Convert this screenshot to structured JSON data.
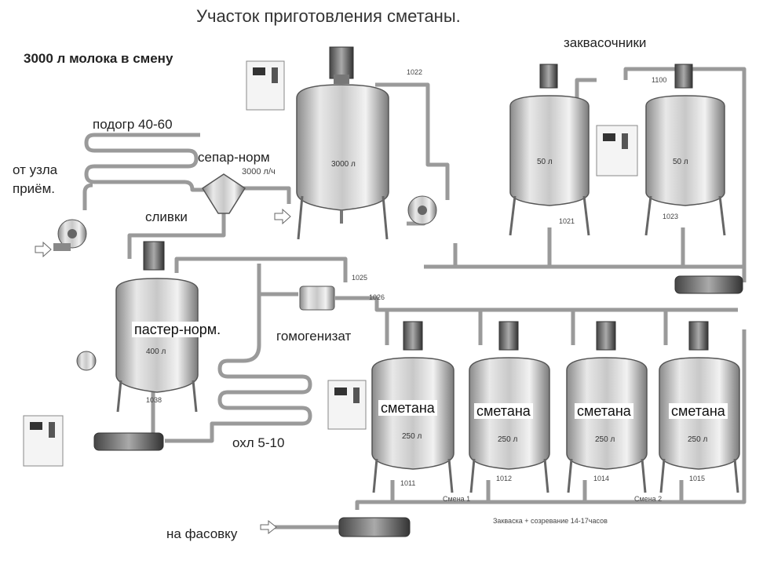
{
  "title": "Участок приготовления сметаны.",
  "subtitle": "3000 л молока в смену",
  "labels": {
    "zakvasochniki": "заквасочники",
    "podogrev": "подогр 40-60",
    "ot_uzla": "от узла",
    "priem": "приём.",
    "separ": "сепар-норм",
    "separ_cap": "3000 л/ч",
    "slivki": "сливки",
    "paster": "пастер-норм.",
    "gomogenizat": "гомогенизат",
    "ohl": "охл 5-10",
    "na_fasovku": "на фасовку",
    "smena1": "Смена 1",
    "smena2": "Смена 2",
    "zakvaska": "Закваска + созревание 14-17часов"
  },
  "tanks": {
    "main": {
      "volume": "3000 л"
    },
    "starter1": {
      "volume": "50 л"
    },
    "starter2": {
      "volume": "50 л"
    },
    "paster": {
      "volume": "400 л"
    },
    "smetana": [
      {
        "name": "сметана",
        "volume": "250 л"
      },
      {
        "name": "сметана",
        "volume": "250 л"
      },
      {
        "name": "сметана",
        "volume": "250 л"
      },
      {
        "name": "сметана",
        "volume": "250 л"
      }
    ]
  },
  "tags": {
    "t1022": "1022",
    "t1100": "1100",
    "t1021": "1021",
    "t1023": "1023",
    "t1025": "1025",
    "t1026": "1026",
    "t1038": "1038",
    "t1011": "1011",
    "t1012": "1012",
    "t1014": "1014",
    "t1015": "1015"
  }
}
